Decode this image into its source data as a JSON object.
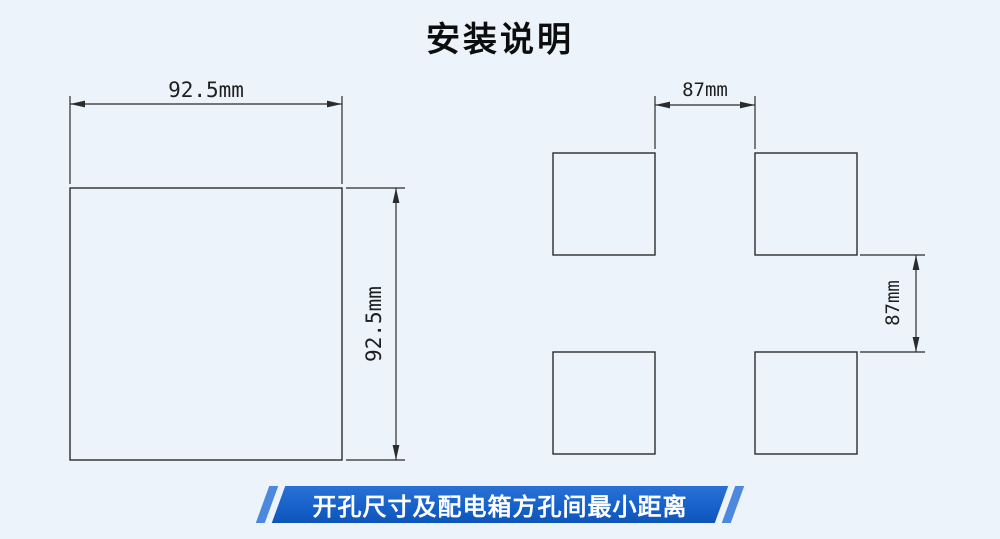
{
  "page": {
    "title": "安装说明",
    "background": "#edf3fb"
  },
  "left_diagram": {
    "name": "panel-cutout-square",
    "width_label": "92.5mm",
    "height_label": "92.5mm",
    "line_color": "#2b2b2b"
  },
  "right_diagram": {
    "name": "four-hole-spacing",
    "horizontal_gap_label": "87mm",
    "vertical_gap_label": "87mm",
    "line_color": "#2b2b2b"
  },
  "banner": {
    "text": "开孔尺寸及配电箱方孔间最小距离",
    "color": "#1560c9",
    "slash_color": "#4c88dd"
  }
}
